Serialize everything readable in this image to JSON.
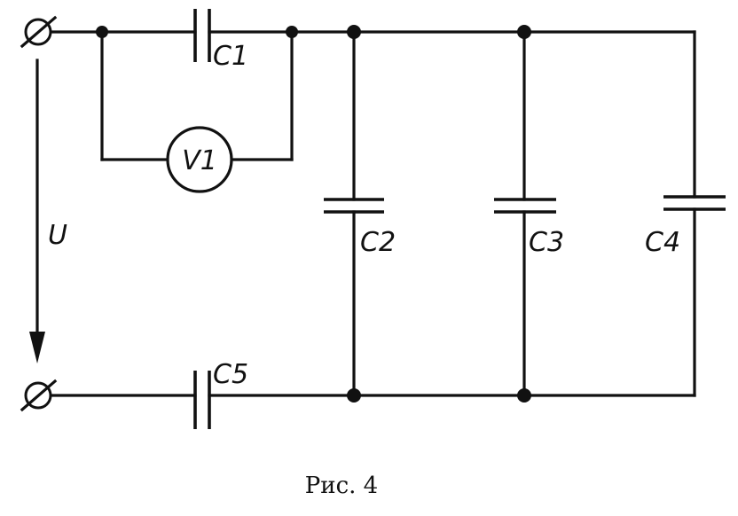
{
  "diagram": {
    "type": "circuit-schematic",
    "labels": {
      "c1": "C1",
      "c2": "C2",
      "c3": "C3",
      "c4": "C4",
      "c5": "C5",
      "voltmeter": "V1",
      "voltage": "U"
    },
    "caption": "Рис. 4",
    "colors": {
      "ink": "#111111",
      "paper": "#ffffff"
    }
  }
}
